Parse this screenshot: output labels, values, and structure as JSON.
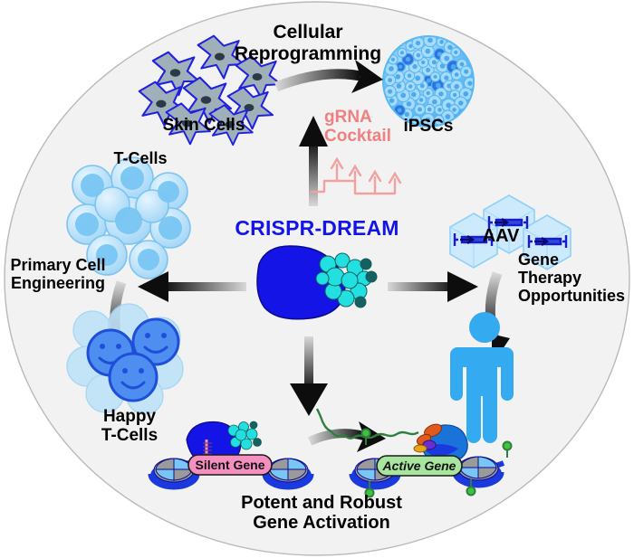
{
  "figure": {
    "title_center": "CRISPR-DREAM",
    "background_color": "#ffffff",
    "disc_color": "#f2f2f2",
    "disc_border_color": "#b9b9b9"
  },
  "colors": {
    "center_title": "#1414e6",
    "grna_text": "#f08080",
    "label_black": "#000000",
    "cell_blue_light": "#8ecdf5",
    "cell_blue_mid": "#4db2f0",
    "cell_blue_dark": "#1414e6",
    "cyan_protein": "#22e0e0",
    "human_blue": "#34aaf0",
    "silent_pill": "#f48fc0",
    "active_pill": "#a8e6a0",
    "nucleosome_grey": "#9a9a9a",
    "rna_green": "#2f7f3f",
    "arrow_dark": "#111111",
    "arrow_light": "#d8d8d8"
  },
  "labels": {
    "cellular_reprogramming": "Cellular\nReprogramming",
    "skin_cells": "Skin Cells",
    "ipscs": "iPSCs",
    "grna_cocktail": "gRNA\nCocktail",
    "t_cells": "T-Cells",
    "primary_cell_engineering": "Primary Cell\nEngineering",
    "happy_t_cells": "Happy\nT-Cells",
    "center_title": "CRISPR-DREAM",
    "aav": "AAV",
    "gene_therapy_opportunities": "Gene\nTherapy\nOpportunities",
    "silent_gene": "Silent Gene",
    "active_gene": "Active Gene",
    "potent_robust": "Potent and Robust\nGene Activation"
  },
  "icons": {
    "skin_cells": "fibroblast-cluster-icon",
    "ipsc": "ipsc-colony-sphere-icon",
    "grna": "grna-hairpin-icon",
    "t_cells": "t-cell-cluster-icon",
    "happy_t_cells": "smiley-t-cell-cluster-icon",
    "aav": "aav-capsid-hexagon-icon",
    "human": "human-silhouette-icon",
    "dcas9": "dcas9-protein-blob-icon",
    "activator": "activator-domain-cluster-icon",
    "nucleosome": "nucleosome-disc-icon",
    "rna_transcript": "rna-transcript-squiggle-icon",
    "acetyl_mark": "acetylation-mark-icon",
    "arrow_reprogramming": "curved-arrow-right-icon",
    "arrow_grna_up": "arrow-up-icon",
    "arrow_left": "arrow-left-icon",
    "arrow_right": "arrow-right-icon",
    "arrow_down": "arrow-down-icon",
    "arrow_primary_cell": "curved-arrow-down-icon",
    "arrow_gene_therapy": "curved-arrow-down-icon",
    "arrow_activation": "curved-arrow-right-icon"
  }
}
